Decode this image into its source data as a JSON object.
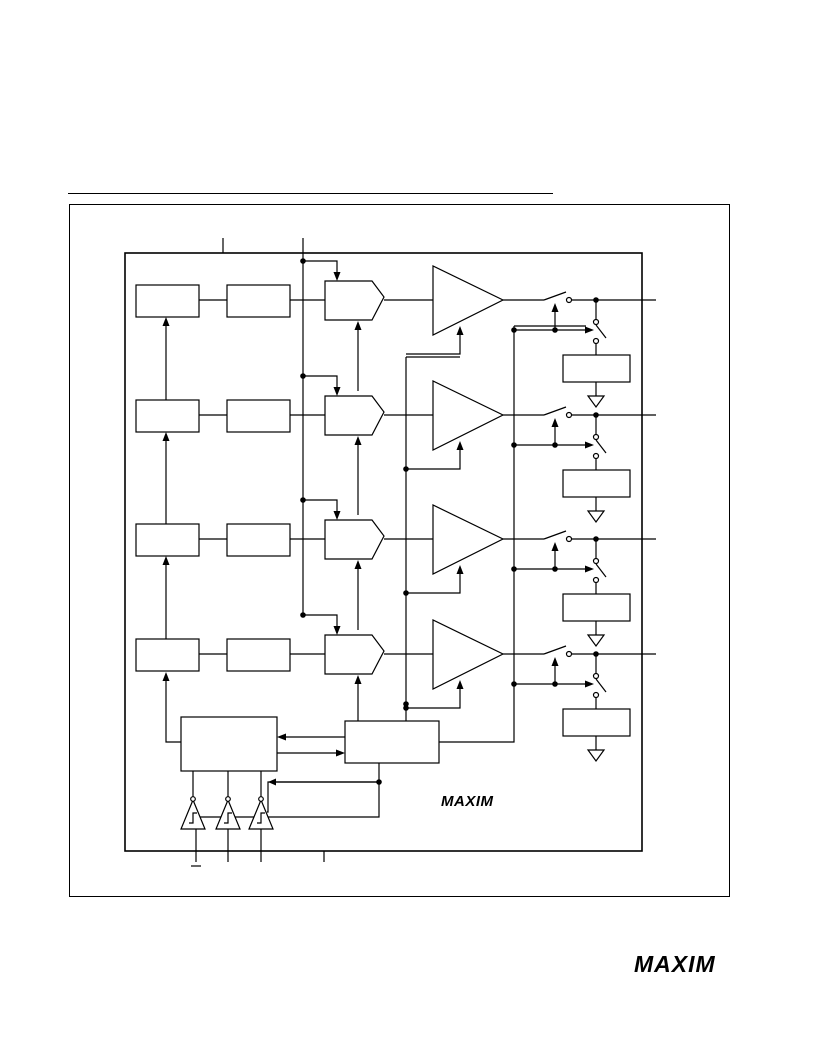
{
  "brand": {
    "logo_text": "MAXIM",
    "diagram_logo_text": "MAXIM"
  },
  "diagram": {
    "channels": 4,
    "colors": {
      "line": "#000000",
      "background": "#ffffff"
    }
  },
  "icons": {
    "amplifier": "triangle-buffer-icon",
    "switch": "spst-switch-icon",
    "ground": "ground-icon",
    "schmitt_buffer": "schmitt-trigger-buffer-icon",
    "junction": "junction-dot-icon"
  }
}
